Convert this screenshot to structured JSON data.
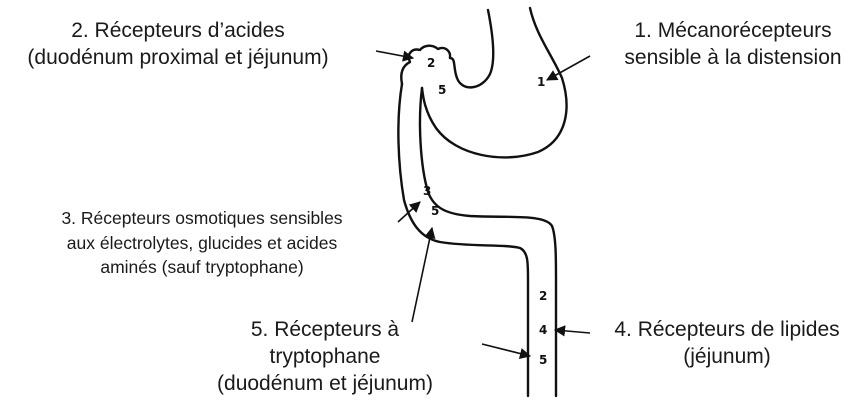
{
  "labels": {
    "mecano": {
      "line1": "1. Mécanorécepteurs",
      "line2": "sensible à la distension"
    },
    "acides": {
      "line1": "2. Récepteurs d’acides",
      "line2": "(duodénum proximal et jéjunum)"
    },
    "osmo": {
      "line1": "3. Récepteurs osmotiques sensibles",
      "line2": "aux électrolytes, glucides et acides",
      "line3": "aminés (sauf tryptophane)"
    },
    "lipides": {
      "line1": "4. Récepteurs de lipides",
      "line2": "(jéjunum)"
    },
    "trypto": {
      "line1": "5. Récepteurs à",
      "line2": "tryptophane",
      "line3": "(duodénum et jéjunum)"
    }
  },
  "markers": {
    "stomach": "1",
    "bulb": "2",
    "bulb_5": "5",
    "duodenum_3": "3",
    "duodenum_5": "5",
    "jejunum_2": "2",
    "jejunum_4": "4",
    "jejunum_5": "5"
  }
}
